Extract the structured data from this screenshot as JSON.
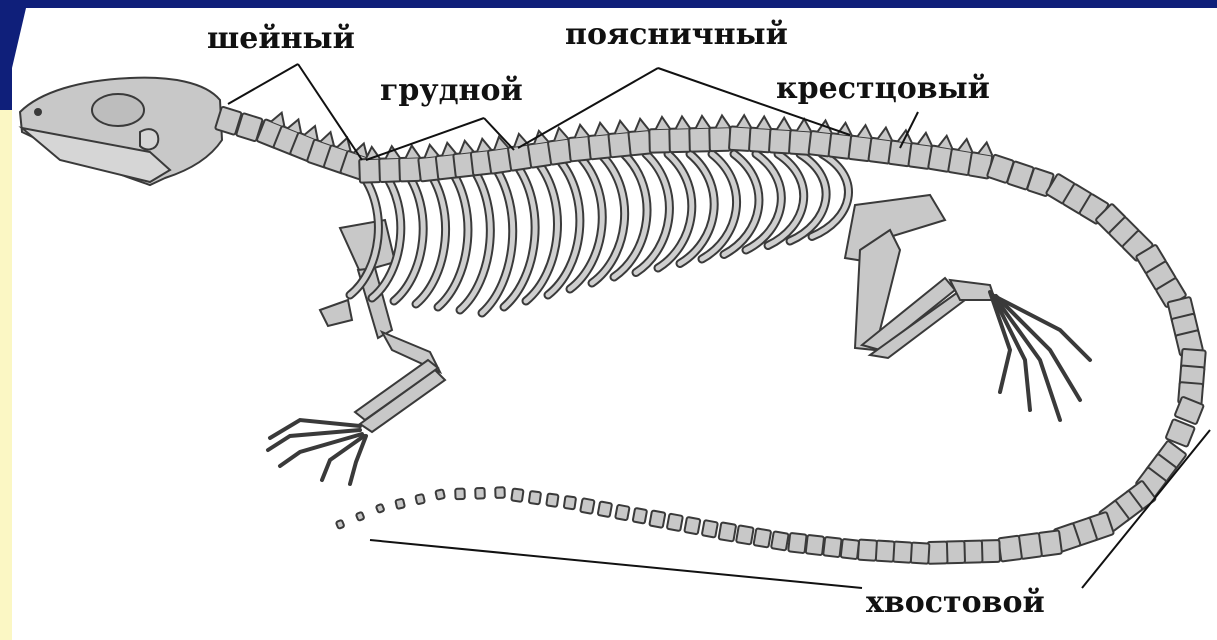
{
  "labels": {
    "cervical": "шейный",
    "thoracic": "грудной",
    "lumbar": "поясничный",
    "sacral": "крестцовый",
    "caudal": "хвостовой"
  },
  "colors": {
    "frame_navy": "#0f1f7a",
    "frame_yellow": "#fbf7c4",
    "bone_fill": "#c8c8c8",
    "bone_outline": "#3a3a3a"
  }
}
